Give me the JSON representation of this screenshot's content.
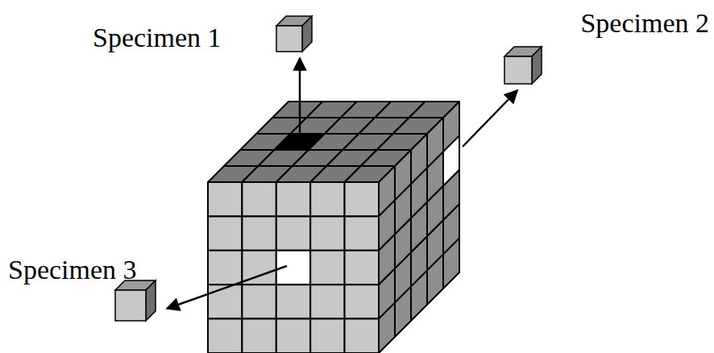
{
  "diagram": {
    "labels": [
      "Specimen 1",
      "Specimen 2",
      "Specimen 3"
    ]
  }
}
